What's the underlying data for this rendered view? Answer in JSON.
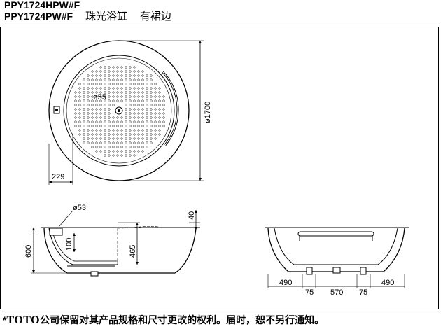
{
  "header": {
    "model_line_1": "PPY1724HPW#F",
    "model_line_2": "PPY1724PW#F",
    "product_name": "珠光浴缸",
    "edge_type": "有裙边"
  },
  "dimensions": {
    "diameter": "ø1700",
    "edge_offset": "229",
    "drain_diameter": "ø55",
    "overflow_diameter": "ø53",
    "overall_height": "600",
    "overflow_height": "100",
    "inner_depth": "465",
    "rim_height": "40",
    "bottom_segments": [
      "490",
      "75",
      "570",
      "75",
      "490"
    ]
  },
  "footer": {
    "note_prefix": "*",
    "brand": "TOTO",
    "note": "公司保留对其产品规格和尺寸更改的权利。届时，恕不另行通知。"
  }
}
